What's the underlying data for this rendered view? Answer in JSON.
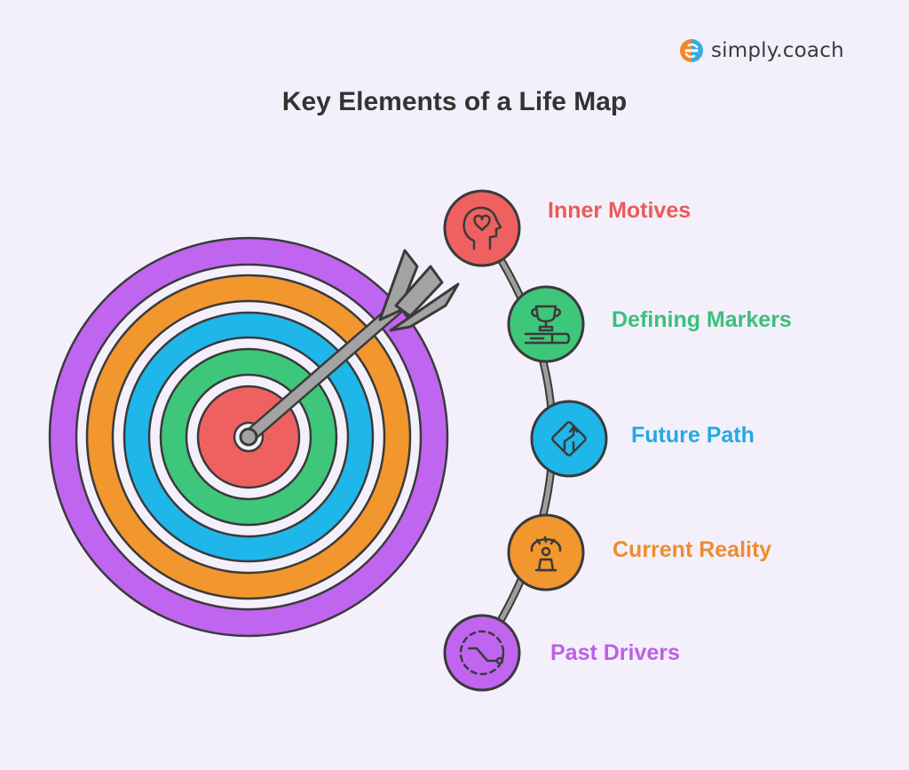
{
  "brand": {
    "name": "simply.coach"
  },
  "title": "Key Elements of a Life Map",
  "elements": [
    {
      "label": "Inner Motives",
      "color": "#ea5a58",
      "icon": "head-heart-icon"
    },
    {
      "label": "Defining Markers",
      "color": "#3cbf7a",
      "icon": "trophy-icon"
    },
    {
      "label": "Future Path",
      "color": "#25a9e0",
      "icon": "road-sign-icon"
    },
    {
      "label": "Current Reality",
      "color": "#ee8c2e",
      "icon": "meditating-person-icon"
    },
    {
      "label": "Past Drivers",
      "color": "#bd5fe8",
      "icon": "past-timeline-icon"
    }
  ],
  "target": {
    "ring_colors": [
      "#c065f0",
      "#f2962e",
      "#1fb6ea",
      "#3ec77a",
      "#ef6160"
    ]
  }
}
